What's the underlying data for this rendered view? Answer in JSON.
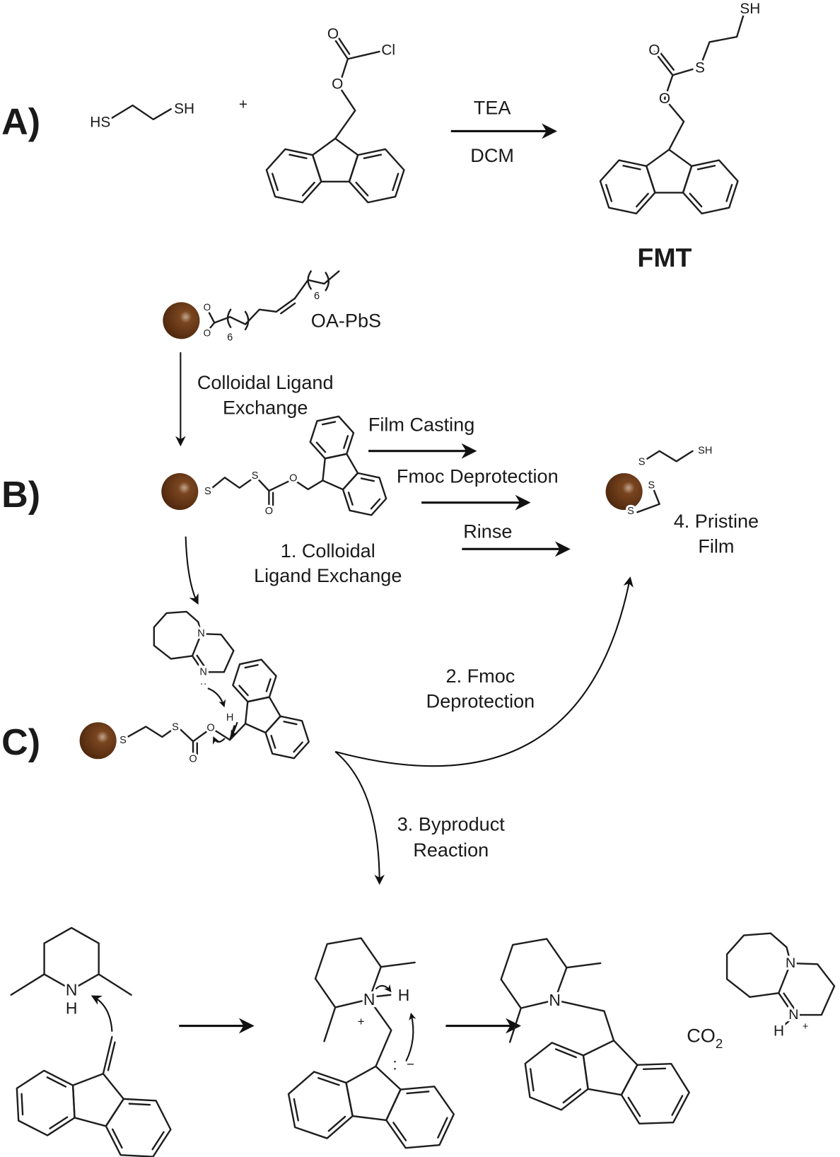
{
  "panel_labels": {
    "a": "A)",
    "b": "B)",
    "c": "C)"
  },
  "reagents": {
    "above_arrow": "TEA",
    "below_arrow": "DCM"
  },
  "product_name": "FMT",
  "oa_pbs": "OA-PbS",
  "steps": {
    "colloidal_exchange": [
      "Colloidal Ligand",
      "Exchange"
    ],
    "film_casting": "Film Casting",
    "fmoc_deprotection": "Fmoc Deprotection",
    "rinse": "Rinse",
    "step1": [
      "1. Colloidal",
      "Ligand Exchange"
    ],
    "step2": [
      "2. Fmoc",
      "Deprotection"
    ],
    "step3": [
      "3. Byproduct",
      "Reaction"
    ],
    "step4": [
      "4. Pristine",
      "Film"
    ]
  },
  "co2": {
    "main": "CO",
    "sub": "2"
  },
  "atoms": {
    "HS": "HS",
    "SH": "SH",
    "O": "O",
    "Cl": "Cl",
    "S": "S",
    "N": "N",
    "H": "H",
    "plus": "+",
    "minus": "−",
    "repeat": "6",
    "lone_pair": ":",
    "lone_pair_h": "··"
  },
  "colors": {
    "nanocrystal": "#5a2f12",
    "nanocrystal_highlight": "#b89b82",
    "ink": "#1e1e1e"
  }
}
